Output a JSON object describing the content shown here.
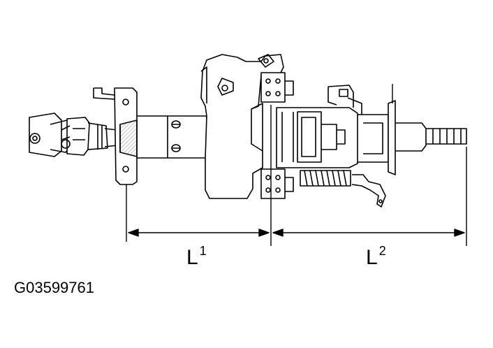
{
  "figure": {
    "id": "G03599761",
    "labels": {
      "l1": {
        "letter": "L",
        "sup": "1"
      },
      "l2": {
        "letter": "L",
        "sup": "2"
      }
    }
  },
  "colors": {
    "line": "#000000",
    "background": "#ffffff",
    "hatch": "#808080"
  }
}
